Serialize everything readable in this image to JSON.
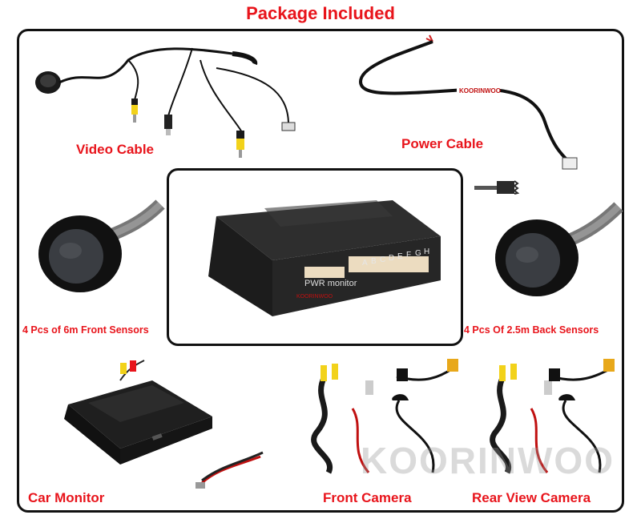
{
  "title": "Package Included",
  "labels": {
    "video_cable": "Video Cable",
    "power_cable": "Power Cable",
    "front_sensors": "4 Pcs of 6m Front Sensors",
    "back_sensors": "4 Pcs Of 2.5m Back Sensors",
    "car_monitor": "Car Monitor",
    "front_camera": "Front Camera",
    "rear_camera": "Rear View Camera"
  },
  "control_box": {
    "pwr_label": "PWR monitor",
    "ports": [
      "A",
      "B",
      "C",
      "D",
      "E",
      "F",
      "G",
      "H"
    ],
    "brand_small": "KOORINWOO"
  },
  "power_cable_brand": "KOORINWOO",
  "watermark": "KOORINWOO",
  "colors": {
    "accent": "#e8141b",
    "border": "#111111"
  }
}
